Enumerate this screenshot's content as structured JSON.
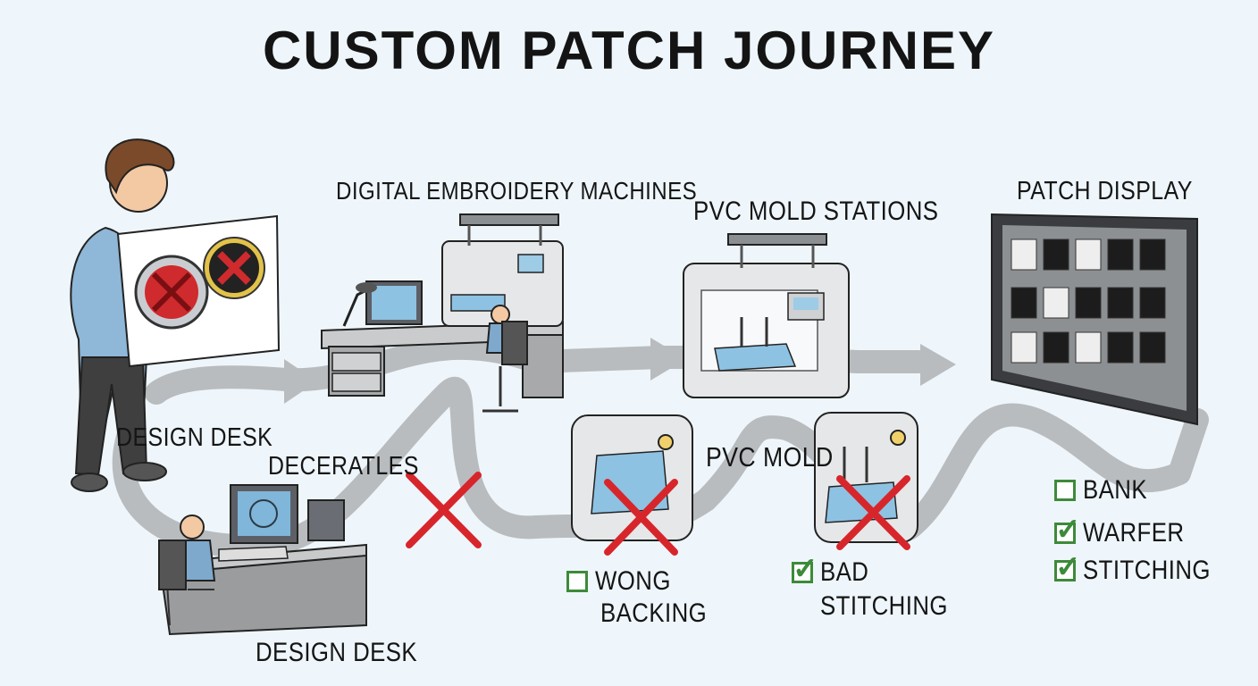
{
  "title": "CUSTOM PATCH JOURNEY",
  "stations": {
    "design_desk_upper": "DESIGN DESK",
    "design_desk_lower": "DESIGN DESK",
    "decerates": "DECERATLES",
    "embroidery": "DIGITAL EMBROIDERY MACHINES",
    "pvc_stations": "PVC MOLD STATIONS",
    "pvc_mold": "PVC MOLD",
    "patch_display": "PATCH DISPLAY"
  },
  "checklists": {
    "wong_backing": [
      {
        "label": "WONG",
        "checked": false
      },
      {
        "label": "BACKING",
        "checked": null
      }
    ],
    "bad_stitching": [
      {
        "label": "BAD",
        "checked": true
      },
      {
        "label": "STITCHING",
        "checked": null
      }
    ],
    "display": [
      {
        "label": "BANK",
        "checked": false
      },
      {
        "label": "WARFER",
        "checked": true
      },
      {
        "label": "STITCHING",
        "checked": true
      }
    ]
  },
  "colors": {
    "background": "#eef6fb",
    "path": "#b9bcbf",
    "reject": "#d7262b",
    "check": "#3d8a3a",
    "machine": "#e6e7e8",
    "screen": "#7fb6d9"
  },
  "icons": [
    "person-icon",
    "patch-sheet-icon",
    "computer-desk-icon",
    "embroidery-machine-icon",
    "pvc-mold-machine-icon",
    "patch-display-board-icon",
    "reject-x-icon",
    "checkbox-icon"
  ]
}
